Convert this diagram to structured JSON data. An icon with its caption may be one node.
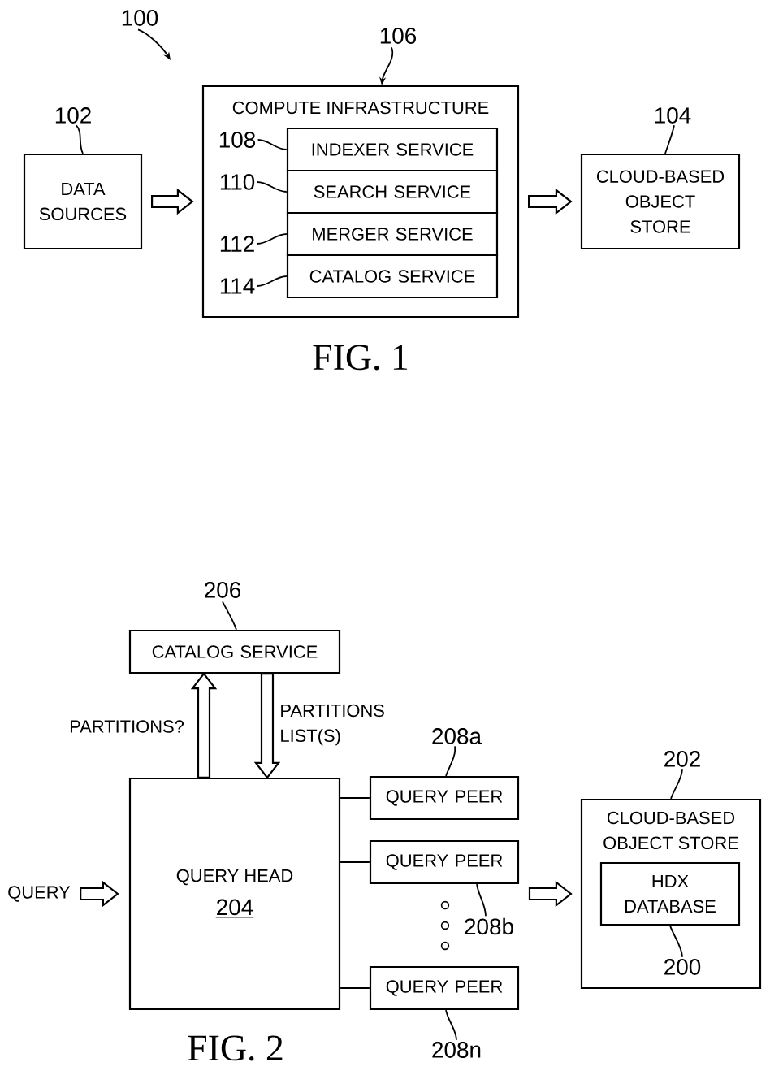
{
  "diagram": {
    "nodes": [
      {
        "text": [
          "100"
        ]
      },
      {
        "text": [
          "106"
        ]
      },
      {
        "text": [
          "102"
        ]
      },
      {
        "text": [
          "104"
        ]
      },
      {
        "text": [
          "DATA SOURCES"
        ]
      },
      {
        "text": [
          "COMPUTE INFRASTRUCTURE"
        ]
      },
      {
        "text": [
          "108"
        ],
        "in": 5
      },
      {
        "text": [
          "INDEXER SERVICE"
        ],
        "in": 5
      },
      {
        "text": [
          "110"
        ],
        "in": 5
      },
      {
        "text": [
          "SEARCH SERVICE"
        ],
        "in": 5
      },
      {
        "text": [
          "112"
        ],
        "in": 5
      },
      {
        "text": [
          "MERGER SERVICE"
        ],
        "in": 5
      },
      {
        "text": [
          "114"
        ],
        "in": 5
      },
      {
        "text": [
          "CATALOG SERVICE"
        ],
        "in": 5
      },
      {
        "text": [
          "CLOUD-BASED OBJECT STORE"
        ]
      },
      {
        "text": [
          "206"
        ]
      },
      {
        "text": [
          "CATALOG SERVICE"
        ]
      },
      {
        "text": [
          "208a"
        ]
      },
      {
        "text": [
          "202"
        ]
      },
      {
        "text": [
          "QUERY"
        ]
      },
      {
        "text": [
          "QUERY HEAD",
          "204"
        ]
      },
      {
        "text": [
          "QUERY PEER"
        ]
      },
      {
        "text": [
          "QUERY PEER"
        ]
      },
      {
        "text": [
          "208b"
        ]
      },
      {
        "text": [
          "QUERY PEER"
        ]
      },
      {
        "text": [
          "208n"
        ]
      },
      {
        "text": [
          "CLOUD-BASED OBJECT STORE"
        ]
      },
      {
        "text": [
          "HDX DATABASE"
        ],
        "in": 26
      },
      {
        "text": [
          "200"
        ],
        "in": 26
      }
    ],
    "edges": [
      {
        "from": 0,
        "to": null,
        "arrow": "to"
      },
      {
        "from": 1,
        "to": 5,
        "arrow": "to"
      },
      {
        "from": 2,
        "to": 4,
        "arrow": "none"
      },
      {
        "from": 3,
        "to": 14,
        "arrow": "none"
      },
      {
        "from": 4,
        "to": 5,
        "arrow": "to",
        "style": "thick"
      },
      {
        "from": 5,
        "to": 14,
        "arrow": "to",
        "style": "thick"
      },
      {
        "from": 6,
        "to": 7,
        "arrow": "none"
      },
      {
        "from": 8,
        "to": 9,
        "arrow": "none"
      },
      {
        "from": 10,
        "to": 11,
        "arrow": "none"
      },
      {
        "from": 12,
        "to": 13,
        "arrow": "none"
      },
      {
        "from": 15,
        "to": 16,
        "arrow": "none"
      },
      {
        "from": 20,
        "to": 16,
        "arrow": "to",
        "style": "thick",
        "label": "PARTITIONS?"
      },
      {
        "from": 16,
        "to": 20,
        "arrow": "to",
        "style": "thick",
        "label": "PARTITIONS LIST(S)"
      },
      {
        "from": 17,
        "to": 21,
        "arrow": "none"
      },
      {
        "from": 18,
        "to": 26,
        "arrow": "none"
      },
      {
        "from": 19,
        "to": 20,
        "arrow": "to",
        "style": "thick"
      },
      {
        "from": 20,
        "to": 21,
        "arrow": "none"
      },
      {
        "from": 20,
        "to": 22,
        "arrow": "none"
      },
      {
        "from": 20,
        "to": 24,
        "arrow": "none"
      },
      {
        "from": 23,
        "to": 22,
        "arrow": "none"
      },
      {
        "from": 25,
        "to": 24,
        "arrow": "none"
      },
      {
        "from": null,
        "to": 26,
        "arrow": "to",
        "style": "thick"
      },
      {
        "from": 28,
        "to": 27,
        "arrow": "none"
      }
    ],
    "labels": [
      "FIG. 1",
      "FIG. 2"
    ]
  }
}
